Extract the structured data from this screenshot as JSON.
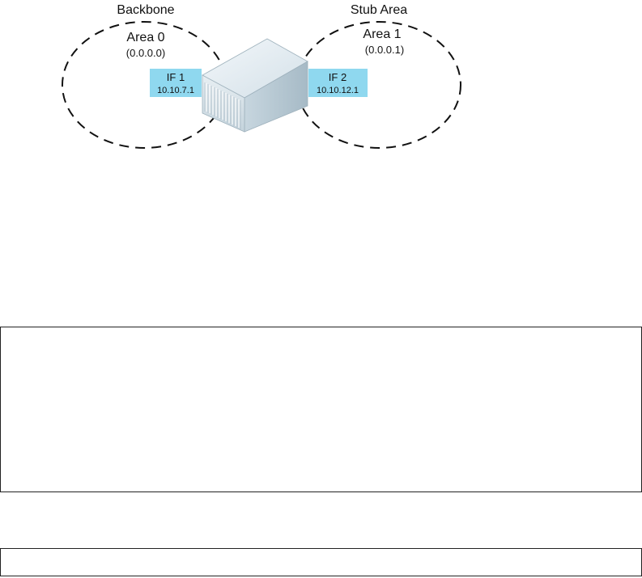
{
  "diagram": {
    "backbone": {
      "title": "Backbone",
      "area_name": "Area 0",
      "area_id": "(0.0.0.0)"
    },
    "stub": {
      "title": "Stub Area",
      "area_name": "Area 1",
      "area_id": "(0.0.0.1)"
    },
    "interfaces": [
      {
        "name": "IF 1",
        "address": "10.10.7.1"
      },
      {
        "name": "IF 2",
        "address": "10.10.12.1"
      }
    ],
    "colors": {
      "interface_fill": "#8fd8ef",
      "router_top": "#e4edf2",
      "router_front": "#c9d8e1",
      "router_side": "#b2c4cf",
      "boundary": "#111111"
    }
  },
  "config_boxes": [
    {
      "content": ""
    },
    {
      "content": ""
    }
  ]
}
